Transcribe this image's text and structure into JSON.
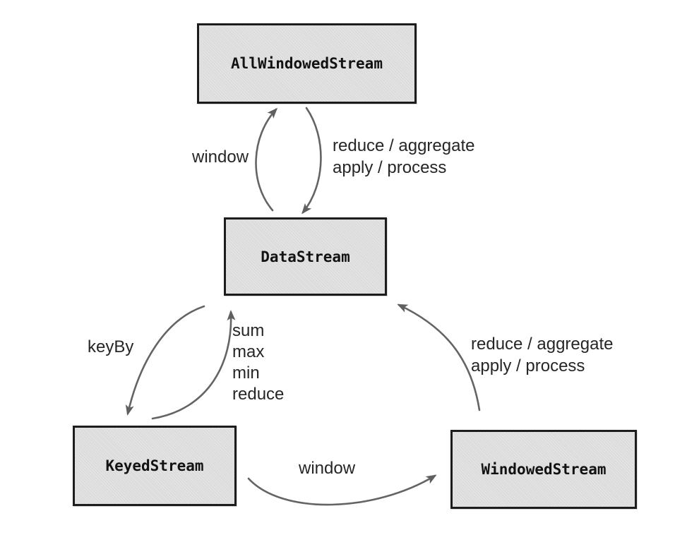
{
  "diagram": {
    "nodes": [
      {
        "id": "allwindowedstream",
        "label": "AllWindowedStream"
      },
      {
        "id": "datastream",
        "label": "DataStream"
      },
      {
        "id": "keyedstream",
        "label": "KeyedStream"
      },
      {
        "id": "windowedstream",
        "label": "WindowedStream"
      }
    ],
    "edges": [
      {
        "from": "DataStream",
        "to": "AllWindowedStream",
        "label": "window"
      },
      {
        "from": "AllWindowedStream",
        "to": "DataStream",
        "label": "reduce / aggregate\napply / process"
      },
      {
        "from": "DataStream",
        "to": "KeyedStream",
        "label": "keyBy"
      },
      {
        "from": "KeyedStream",
        "to": "DataStream",
        "label": "sum\nmax\nmin\nreduce"
      },
      {
        "from": "KeyedStream",
        "to": "WindowedStream",
        "label": "window"
      },
      {
        "from": "WindowedStream",
        "to": "DataStream",
        "label": "reduce / aggregate\napply / process"
      }
    ],
    "colors": {
      "box_fill": "#dcdcdc",
      "box_border": "#1c1c1c",
      "arrow": "#646464",
      "label_text": "#262626",
      "node_text": "#121212",
      "background": "#ffffff"
    }
  }
}
